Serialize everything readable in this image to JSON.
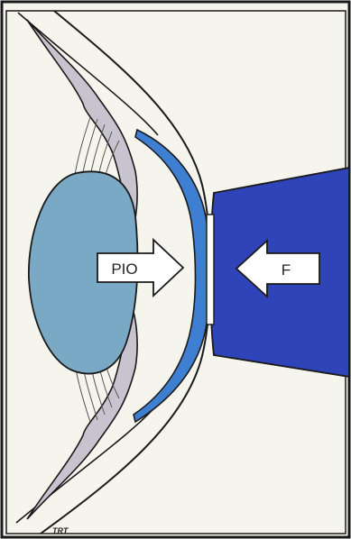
{
  "labels": {
    "pio": "PIO",
    "force": "F"
  },
  "signature": "TRT",
  "colors": {
    "background": "#f5f5ee",
    "lens": "#7aa9c6",
    "cornea": "#3f7fd1",
    "tonometer": "#2e44b8",
    "iris": "#c8c4cf",
    "outline": "#1a1a1a"
  }
}
